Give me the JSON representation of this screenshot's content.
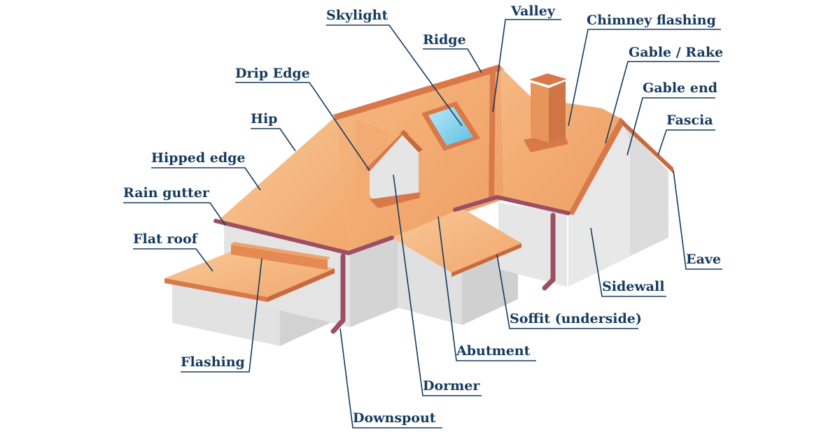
{
  "diagram": {
    "labels": {
      "skylight": "Skylight",
      "valley": "Valley",
      "chimney_flashing": "Chimney flashing",
      "ridge": "Ridge",
      "gable_rake": "Gable / Rake",
      "drip_edge": "Drip Edge",
      "gable_end": "Gable end",
      "hip": "Hip",
      "fascia": "Fascia",
      "hipped_edge": "Hipped edge",
      "rain_gutter": "Rain gutter",
      "flat_roof": "Flat roof",
      "eave": "Eave",
      "sidewall": "Sidewall",
      "soffit": "Soffit (underside)",
      "abutment": "Abutment",
      "flashing": "Flashing",
      "dormer": "Dormer",
      "downspout": "Downspout"
    },
    "colors": {
      "roof": "#f1a66a",
      "roof_light": "#f7c08e",
      "roof_edge": "#d9794a",
      "wall": "#e3e3e3",
      "wall_shade": "#cfcfcf",
      "gutter": "#9c4f63",
      "skylight": "#8fd4ee",
      "label_text": "#163a5f",
      "leader_line": "#163a5f"
    }
  }
}
